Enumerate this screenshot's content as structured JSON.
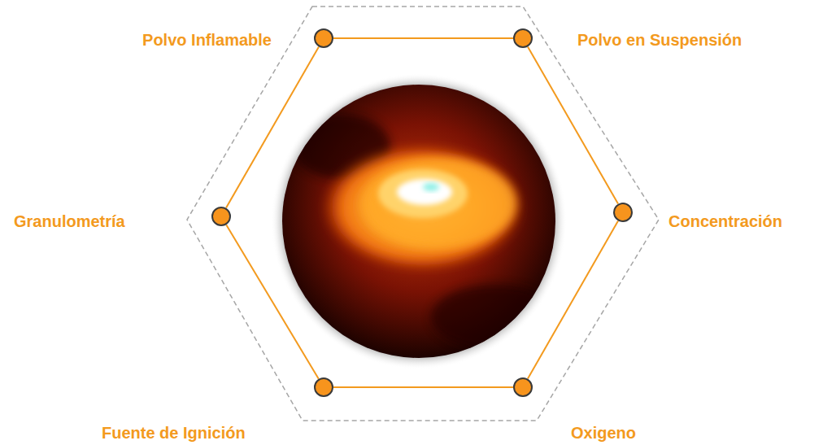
{
  "diagram": {
    "nodes": [
      {
        "text": [
          "Polvo Inflamable"
        ]
      },
      {
        "text": [
          "Polvo en Suspensión"
        ]
      },
      {
        "text": [
          "Granulometría"
        ]
      },
      {
        "text": [
          "Concentración"
        ]
      },
      {
        "text": [
          "Fuente de Ignición"
        ]
      },
      {
        "text": [
          "Oxigeno"
        ]
      }
    ],
    "edges": [
      {
        "from": 0,
        "to": 1,
        "arrow": "none"
      },
      {
        "from": 1,
        "to": 3,
        "arrow": "none"
      },
      {
        "from": 3,
        "to": 5,
        "arrow": "none"
      },
      {
        "from": 5,
        "to": 4,
        "arrow": "none"
      },
      {
        "from": 4,
        "to": 2,
        "arrow": "none"
      },
      {
        "from": 2,
        "to": 0,
        "arrow": "none"
      }
    ]
  }
}
